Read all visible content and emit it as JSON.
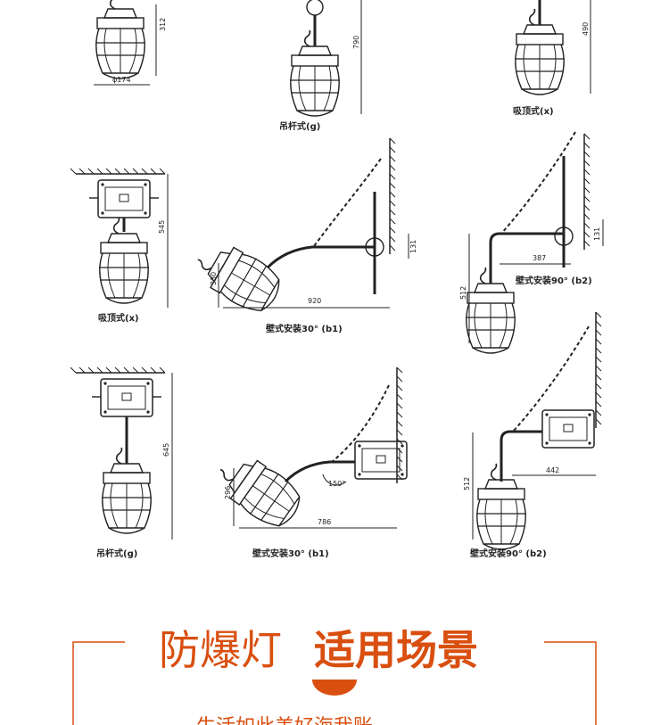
{
  "figures": [
    {
      "id": "pendant-top-left",
      "dims": {
        "height": "312",
        "diameter": "ϕ174"
      }
    },
    {
      "id": "pendant-rod-top",
      "dims": {
        "height": "790"
      },
      "caption": "吊杆式(g)"
    },
    {
      "id": "ceiling-top-right",
      "dims": {
        "height": "490"
      },
      "caption": "吸顶式(x)"
    },
    {
      "id": "ceiling-mid-left",
      "dims": {
        "height": "545"
      },
      "caption": "吸顶式(x)"
    },
    {
      "id": "wall30-mid",
      "dims": {
        "height": "330",
        "width": "920",
        "box": "131"
      },
      "caption": "壁式安装30° (b1)"
    },
    {
      "id": "wall90-mid",
      "dims": {
        "height": "512",
        "width": "387",
        "box": "131"
      },
      "caption": "壁式安装90° (b2)"
    },
    {
      "id": "pendant-rod-bottom",
      "dims": {
        "height": "645"
      },
      "caption": "吊杆式(g)"
    },
    {
      "id": "wall30-bottom",
      "dims": {
        "height": "296",
        "width": "786",
        "angle": "150°"
      },
      "caption": "壁式安装30° (b1)"
    },
    {
      "id": "wall90-bottom",
      "dims": {
        "height": "512",
        "width": "442"
      },
      "caption": "壁式安装90° (b2)"
    }
  ],
  "heading": {
    "part1": "防爆灯",
    "part2": "适用场景",
    "subtitle": "生活如此美好海我账"
  },
  "colors": {
    "accent": "#d94f10",
    "line": "#222222"
  }
}
